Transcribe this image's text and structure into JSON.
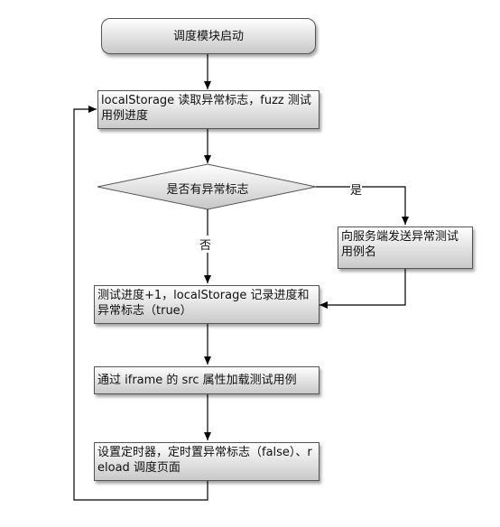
{
  "nodes": {
    "start": "调度模块启动",
    "read": "localStorage 读取异常标志，fuzz 测试用例进度",
    "decision": "是否有异常标志",
    "send": "向服务端发送异常测试用例名",
    "record": "测试进度+1，localStorage 记录进度和异常标志（true）",
    "load": "通过 iframe 的 src 属性加载测试用例",
    "timer": "设置定时器，定时置异常标志（false）、reload 调度页面"
  },
  "edges": {
    "yes_label": "是",
    "no_label": "否"
  }
}
